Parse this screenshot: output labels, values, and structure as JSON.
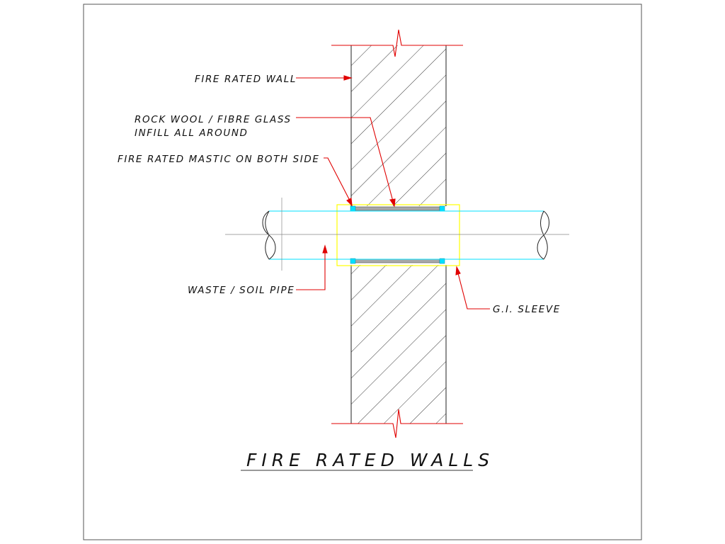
{
  "drawing": {
    "title": "FIRE RATED WALLS",
    "labels": {
      "fire_rated_wall": "FIRE RATED WALL",
      "rock_wool_line1": "ROCK WOOL / FIBRE GLASS",
      "rock_wool_line2": "INFILL ALL AROUND",
      "mastic": "FIRE RATED MASTIC ON BOTH SIDE",
      "pipe": "WASTE / SOIL PIPE",
      "sleeve": "G.I. SLEEVE"
    }
  },
  "colors": {
    "leader": "#e00000",
    "pipe": "#00e0ff",
    "sleeve": "#ffff00",
    "hatch": "#222222",
    "infill": "#a8a8a8",
    "border": "#555555"
  }
}
